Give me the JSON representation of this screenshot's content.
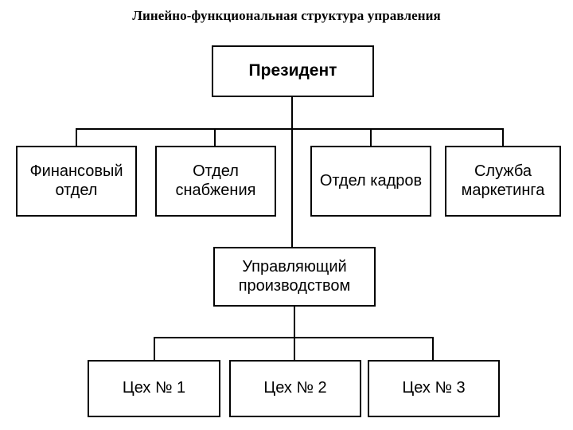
{
  "title": "Линейно-функциональная структура управления",
  "chart_data": {
    "type": "diagram",
    "diagram_type": "org-chart",
    "title": "Линейно-функциональная структура управления",
    "orientation": "top-down",
    "levels": [
      {
        "level": 1,
        "nodes": [
          "Президент"
        ]
      },
      {
        "level": 2,
        "nodes": [
          "Финансовый отдел",
          "Отдел снабжения",
          "Отдел  кадров",
          "Служба маркетинга"
        ]
      },
      {
        "level": 3,
        "nodes": [
          "Управляющий производством"
        ]
      },
      {
        "level": 4,
        "nodes": [
          "Цех № 1",
          "Цех № 2",
          "Цех № 3"
        ]
      }
    ],
    "edges": [
      {
        "from": "Президент",
        "to": "Финансовый отдел"
      },
      {
        "from": "Президент",
        "to": "Отдел снабжения"
      },
      {
        "from": "Президент",
        "to": "Отдел  кадров"
      },
      {
        "from": "Президент",
        "to": "Служба маркетинга"
      },
      {
        "from": "Президент",
        "to": "Управляющий производством"
      },
      {
        "from": "Управляющий производством",
        "to": "Цех № 1"
      },
      {
        "from": "Управляющий производством",
        "to": "Цех № 2"
      },
      {
        "from": "Управляющий производством",
        "to": "Цех № 3"
      }
    ],
    "colors": {
      "node_fill": "#ffffff",
      "node_border": "#000000",
      "edge": "#000000",
      "text": "#000000",
      "background": "#ffffff"
    }
  },
  "nodes": {
    "president": "Президент",
    "finance": "Финансовый\nотдел",
    "supply": "Отдел\nснабжения",
    "hr": "Отдел  кадров",
    "marketing": "Служба\nмаркетинга",
    "manager": "Управляющий\nпроизводством",
    "shop1": "Цех № 1",
    "shop2": "Цех № 2",
    "shop3": "Цех № 3"
  }
}
